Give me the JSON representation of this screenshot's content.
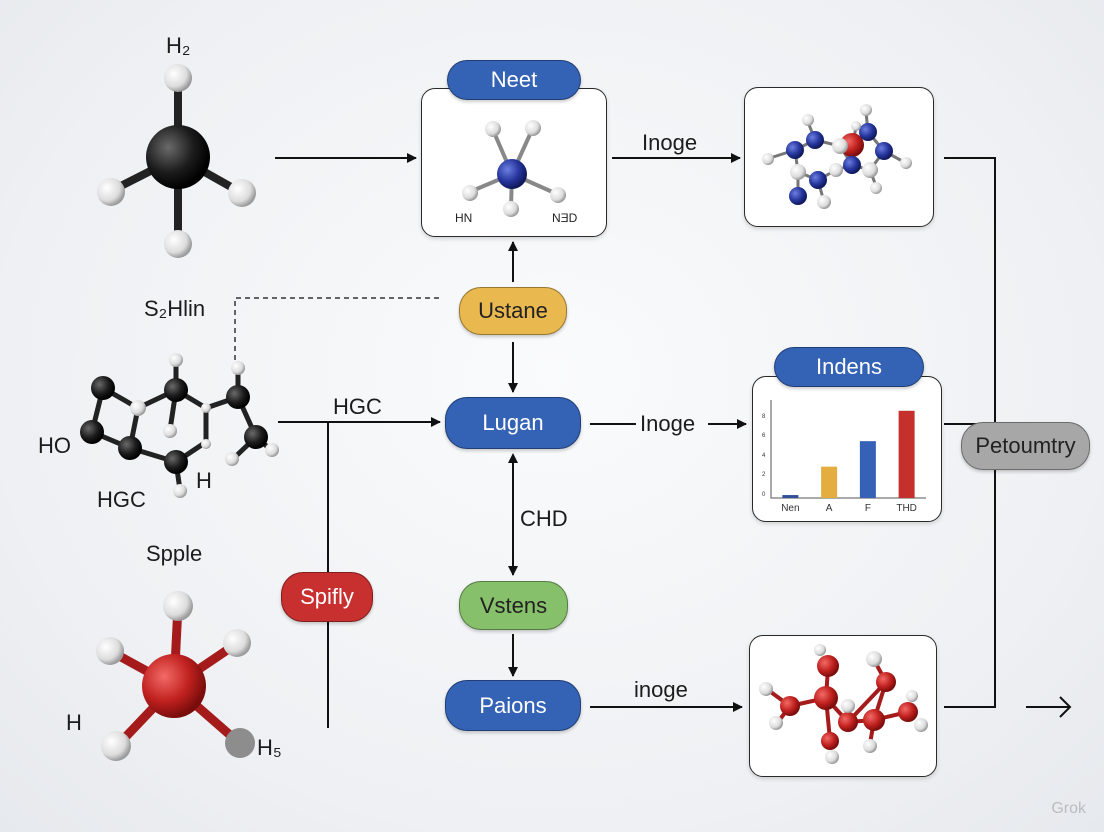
{
  "colors": {
    "blue": "#3462b5",
    "yellow": "#e9b94f",
    "green": "#86c06a",
    "red": "#c8302f",
    "gray": "#a7a7a7",
    "carbon": "#1c1c1c",
    "nitrogen": "#26369e",
    "oxygen": "#c0211f",
    "hydrogen": "#e8e8e8"
  },
  "molecules": {
    "top": {
      "label": "H₂"
    },
    "middle": {
      "label": "S₂Hlin",
      "labels": {
        "ho": "HO",
        "hgc": "HGC",
        "h": "H"
      }
    },
    "bottom": {
      "label": "Spple",
      "labels": {
        "h": "H",
        "h5": "H₅"
      }
    }
  },
  "boxes": {
    "neet": {
      "label": "Neet",
      "atom_left": "HN",
      "atom_right": "NƎD"
    },
    "ustane": {
      "label": "Ustane"
    },
    "lugan": {
      "label": "Lugan"
    },
    "vstens": {
      "label": "Vstens"
    },
    "paions": {
      "label": "Paions"
    },
    "spifly": {
      "label": "Spifly"
    },
    "indens": {
      "label": "Indens"
    },
    "petoumtry": {
      "label": "Petoumtry"
    }
  },
  "edges": {
    "top_to_right": "Inoge",
    "middle_to_right": "Inoge",
    "bottom_to_right": "inoge",
    "left_to_lugan": "HGC",
    "lugan_vstens": "CHD"
  },
  "chart_data": {
    "type": "bar",
    "title": "Indens",
    "categories": [
      "Nen",
      "A",
      "F",
      "THD"
    ],
    "series": [
      {
        "values": [
          0.3,
          3.2,
          5.8,
          8.9
        ]
      }
    ],
    "y_ticks": [
      "0",
      "2",
      "4",
      "6",
      "8"
    ],
    "bar_colors": [
      "#2f4f9a",
      "#e4ad3f",
      "#3562b7",
      "#c5302d"
    ],
    "ylim": [
      0,
      10
    ]
  },
  "watermark": "Grok"
}
